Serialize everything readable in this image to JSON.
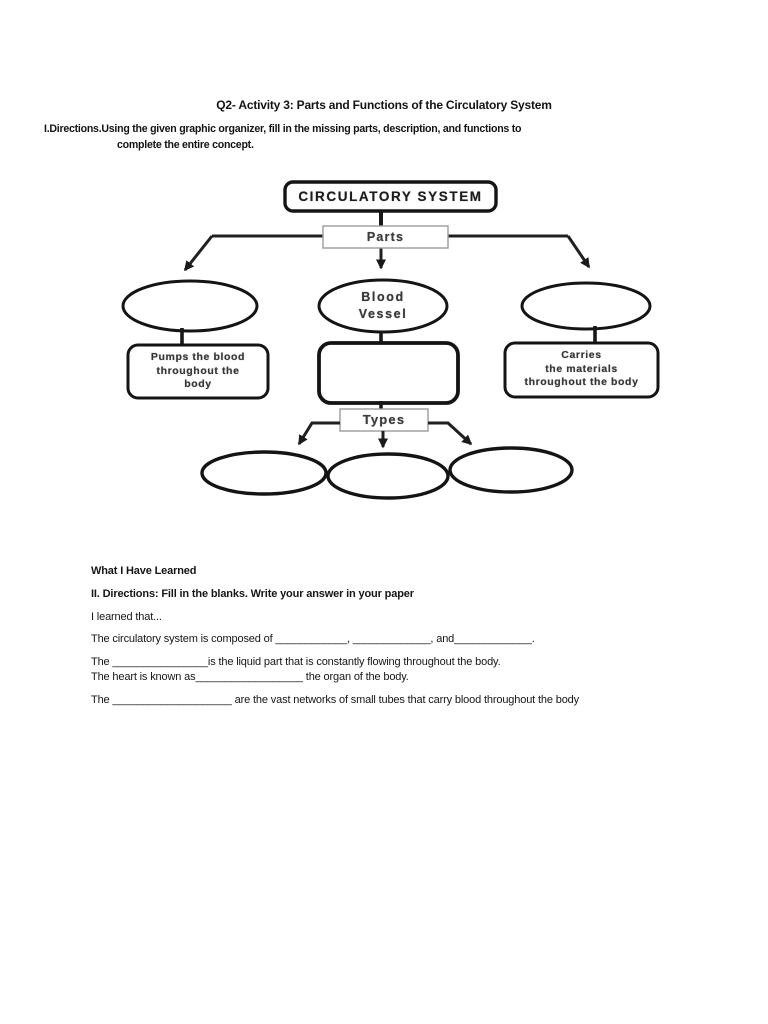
{
  "header": {
    "title": "Q2- Activity 3: Parts and Functions of the Circulatory System",
    "directions_line1": "I.Directions.Using the given graphic organizer, fill in the missing parts, description, and functions to",
    "directions_line2": "complete the entire concept."
  },
  "diagram": {
    "title": "CIRCULATORY SYSTEM",
    "branch_label": "Parts",
    "left_part": "",
    "middle_part": "Blood\nVessel",
    "right_part": "",
    "left_function": "Pumps the blood\nthroughout the\nbody",
    "middle_function": "",
    "right_function": "Carries\nthe materials\nthroughout the body",
    "types_label": "Types",
    "type_oval_1": "",
    "type_oval_2": "",
    "type_oval_3": ""
  },
  "learned": {
    "lines": [
      "What I Have Learned",
      "II. Directions: Fill in the blanks. Write your answer in your paper",
      "I learned that...",
      "The circulatory system is composed of ____________, _____________, and_____________.",
      "The ________________is the liquid part that is constantly flowing throughout the  body.",
      "The heart is known as__________________ the organ of the body.",
      "The ____________________ are the vast networks of small tubes that carry blood throughout the body"
    ]
  },
  "colors": {
    "ink": "#1c1c1c",
    "thin_box_border": "#9a9a9a",
    "page_background": "#ffffff"
  }
}
